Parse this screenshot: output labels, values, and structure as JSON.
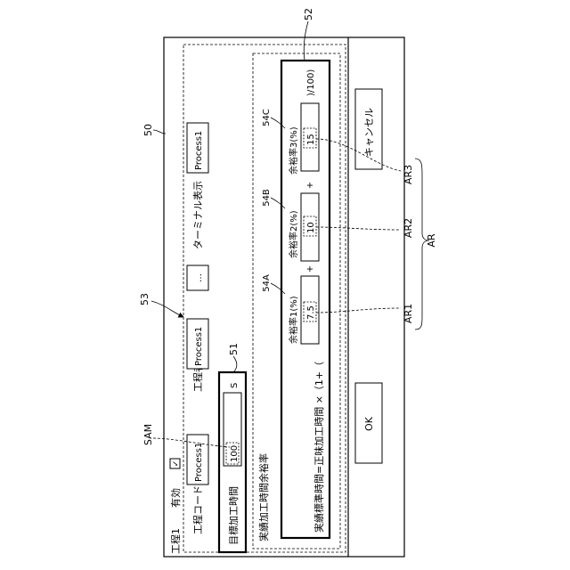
{
  "figure": {
    "ref_dialog": "50",
    "ref_target_box": "51",
    "ref_formula_box": "52",
    "ref_process_fields": "53",
    "ref_54a": "54A",
    "ref_54b": "54B",
    "ref_54c": "54C",
    "ref_sam": "SAM",
    "ref_ar": "AR",
    "ref_ar1": "AR1",
    "ref_ar2": "AR2",
    "ref_ar3": "AR3"
  },
  "dialog": {
    "title": "工程1",
    "enabled_label": "有効",
    "enabled_mark": "✓",
    "process_code_label": "工程コード",
    "process_code_value": "Process1",
    "process_person_label": "工程者",
    "process_person_value": "Process1",
    "ellipsis_button": "…",
    "terminal_label": "ターミナル表示",
    "terminal_value": "Process1",
    "target_time_label": "目標加工時間",
    "target_time_value": "100",
    "target_time_unit": "S",
    "section_title": "実績加工時間余裕率",
    "formula_prefix": "実績標準時間=正味加工時間 ×（1+（",
    "margin1_label": "余裕率1(%)",
    "margin1_value": "7.5",
    "margin2_label": "余裕率2(%)",
    "margin2_value": "10",
    "margin3_label": "余裕率3(%)",
    "margin3_value": "15",
    "plus1": "+",
    "plus2": "+",
    "formula_suffix": ")/100)",
    "ok_button": "OK",
    "cancel_button": "キャンセル"
  }
}
